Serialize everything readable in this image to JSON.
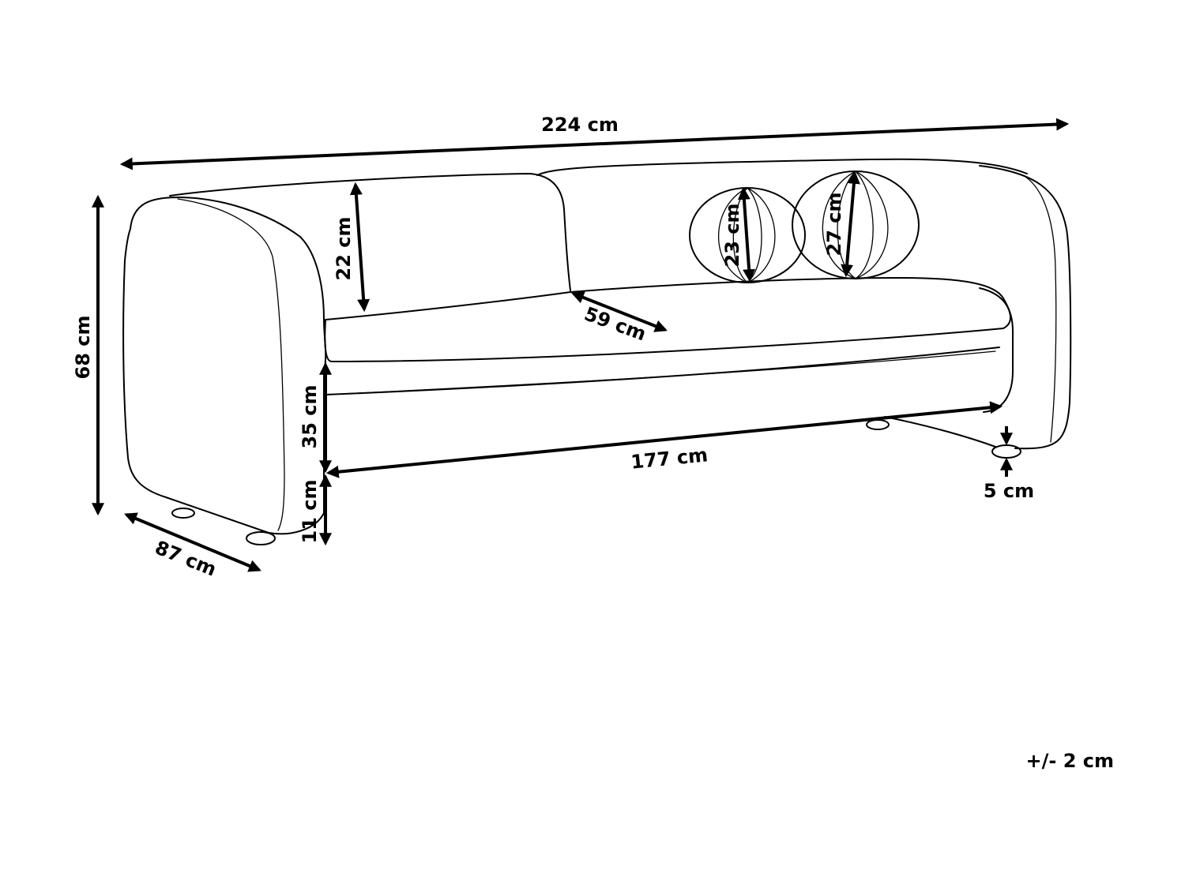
{
  "dimensions": {
    "total_width": "224 cm",
    "total_height": "68 cm",
    "depth": "87 cm",
    "backrest_height": "22 cm",
    "seat_depth": "59 cm",
    "pillow_small": "23 cm",
    "pillow_large": "27 cm",
    "seat_height": "35 cm",
    "clearance": "11 cm",
    "seat_width": "177 cm",
    "leg_height": "5 cm"
  },
  "tolerance": "+/- 2 cm",
  "colors": {
    "line": "#000000",
    "background": "#ffffff"
  }
}
